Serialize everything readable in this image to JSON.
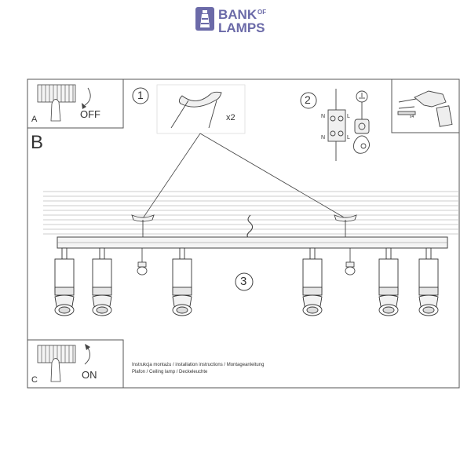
{
  "brand": {
    "word1": "BANK",
    "of": "OF",
    "word2": "LAMPS"
  },
  "panel_a": {
    "letter": "A",
    "action": "OFF"
  },
  "panel_b": {
    "letter": "B"
  },
  "panel_c": {
    "letter": "C",
    "action": "ON"
  },
  "steps": {
    "one": "1",
    "two": "2",
    "three": "3"
  },
  "step1": {
    "multiplier": "x2"
  },
  "step2": {
    "terminals": [
      "N",
      "L",
      "N",
      "L"
    ]
  },
  "drill": {
    "multiplier": "x4"
  },
  "footer": {
    "line1": "Instrukcja montażu / installation instructions / Montageanleitung",
    "line2": "Plafon / Ceiling lamp / Deckeleuchte"
  }
}
